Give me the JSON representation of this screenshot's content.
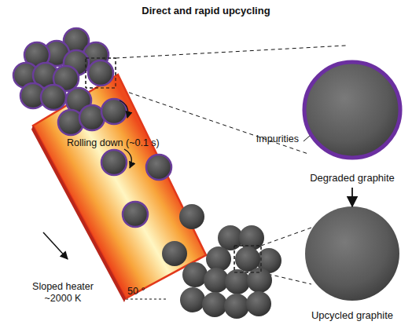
{
  "diagram": {
    "title": "Direct and rapid upcycling",
    "nodes": [
      {
        "text": [
          "Rolling down (~0.1 s)"
        ]
      },
      {
        "text": [
          "Degraded graphite"
        ]
      },
      {
        "text": [
          "Upcycled graphite"
        ]
      }
    ],
    "edges": [
      {
        "from": 1,
        "to": 2,
        "arrow": "to"
      }
    ],
    "labels": [
      "Impurities",
      "Sloped heater ~2000 K",
      "50 °"
    ]
  }
}
